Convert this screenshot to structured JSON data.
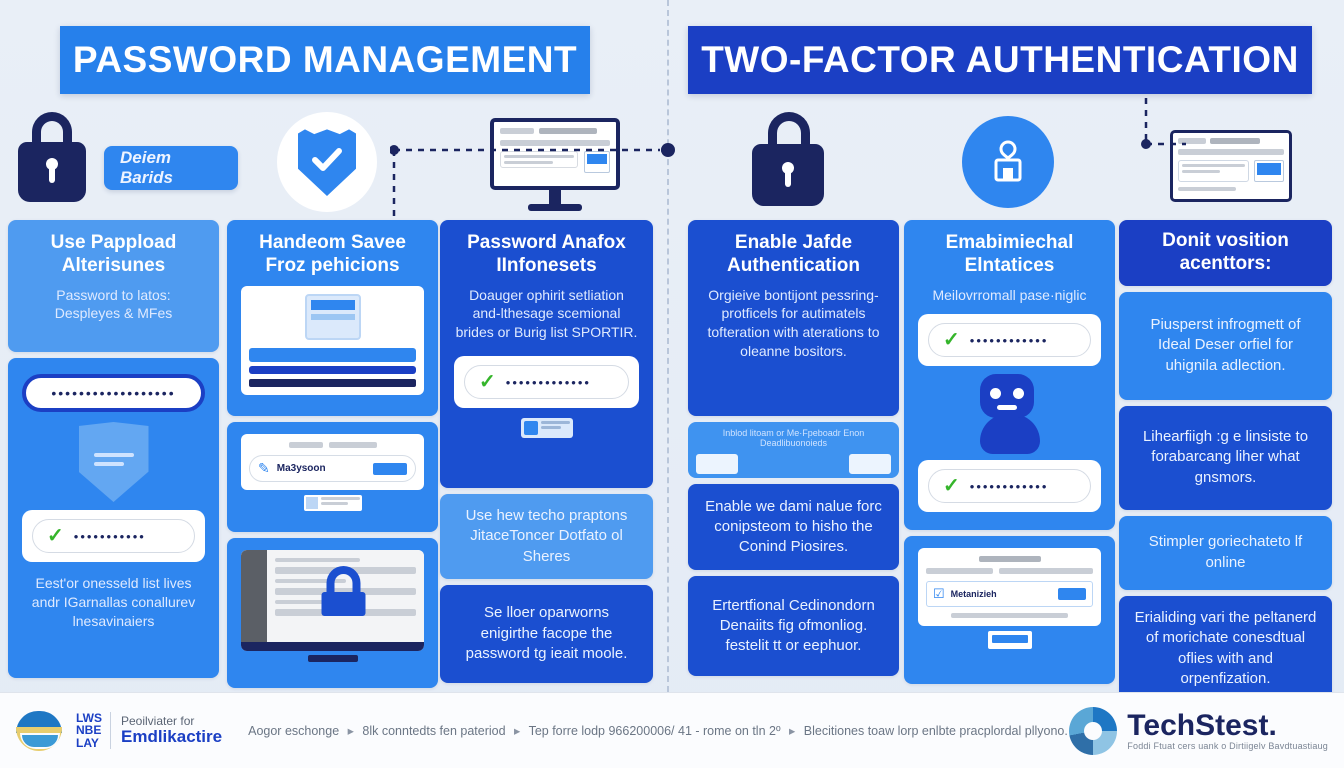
{
  "left": {
    "header": "PASSWORD MANAGEMENT",
    "badge": "Deiem Barids",
    "columns": [
      {
        "title": "Use Pappload Alterisunes",
        "subtitle": "Password to latos: Despleyes & MFes",
        "field_value": "••••••••••••••••••",
        "check_value": "•••••••••••",
        "caption": "Eest'or onesseld list lives andr IGarnallas conallurev lnesavinaiers"
      },
      {
        "title": "Handeom Savee Froz pehicions",
        "img1_label": "Ma3ysoon",
        "img2_label": "",
        "caption": ""
      },
      {
        "title": "Password Anafox IInfonesets",
        "body": "Doauger ophirit setliation and-lthesage scemional brides or Burig list SPORTIR.",
        "check_value": "•••••••••••••",
        "note": "Use hew techo praptons JitaceToncer Dotfato ol Sheres",
        "footer_note": "Se lloer oparworns enigirthe facope the password tg ieait moole."
      }
    ]
  },
  "right": {
    "header": "TWO-FACTOR AUTHENTICATION",
    "columns": [
      {
        "title": "Enable Jafde Authentication",
        "body": "Orgieive bontijont pessring-protficels for autimatels tofteration with aterations to oleanne bositors.",
        "banner_text": "Inblod litoam or Me·Fpeboadr Enon Deadlibuonoieds",
        "note": "Enable we dami nalue forc conipsteom to hisho the Conind Piosires.",
        "footer_note": "Ertertfional Cedinondorn Denaiits fig ofmonliog. festelit tt or eephuor."
      },
      {
        "title": "Emabimiechal Elntatices",
        "subtitle": "Meilovrromall pase·niglic",
        "check_value": "••••••••••••",
        "check_value2": "••••••••••••",
        "card_label": "Metanizieh"
      },
      {
        "title": "Donit vosition acenttors:",
        "body": "Piusperst infrogmett of Ideal Deser orfiel for uhignila adlection.",
        "note": "Lihearfiigh :g e linsiste to forabarcang liher what gnsmors.",
        "note2": "Stimpler goriechateto lf online",
        "footer_note": "Erialiding vari the peltanerd of morichate conesdtual oflies with and orpenfization."
      }
    ]
  },
  "footer": {
    "org_line1": "Peoilviater for",
    "org_line2": "Emdlikactire",
    "mark_line1": "LWS",
    "mark_line2": "NBE",
    "mark_line3": "LAY",
    "links": [
      "Aogor eschonge",
      "8lk conntedts fen pateriod",
      "Tep forre lodp 966200006/ 41 - rome on tln 2º",
      "Blecitiones toaw lorp enlbte pracplordal pllyono."
    ],
    "brand": "TechStest.",
    "brand_tagline": "Foddi Ftuat cers uank o Dirtiigelv Bavdtuastiaug"
  },
  "colors": {
    "header_left": "#2680eb",
    "header_right": "#1b3fc4",
    "card_light": "#4f9bf0",
    "card_mid": "#2f86ef",
    "card_deep": "#1b4fd0",
    "navy": "#1b2560",
    "check_green": "#35b52b",
    "background": "#e8eef7"
  }
}
